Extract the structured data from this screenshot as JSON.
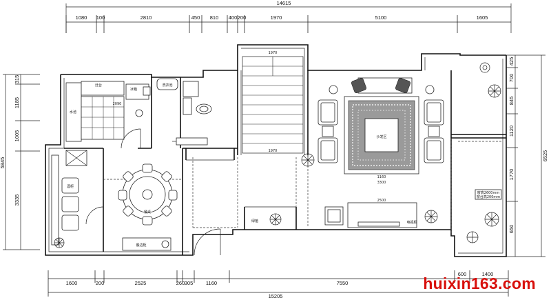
{
  "overall_top": "14615",
  "overall_bottom": "15205",
  "overall_left": "5845",
  "overall_right": "6525",
  "top_dims": [
    "1080",
    "100",
    "2810",
    "450",
    "810",
    "400",
    "200",
    "1970",
    "5100",
    "1605"
  ],
  "bottom_dims": [
    "1600",
    "200",
    "2525",
    "260",
    "305",
    "1160",
    "7550",
    "600",
    "1400"
  ],
  "left_dims": [
    "315",
    "1185",
    "1005",
    "3335"
  ],
  "right_dims": [
    "425",
    "700",
    "845",
    "1120",
    "1770",
    "650"
  ],
  "room_labels": {
    "washbasin": "洗衣池",
    "sink": "水池",
    "stove": "灶台",
    "fridge": "冰箱",
    "dining_table": "餐桌",
    "side_cabinet": "餐边柜",
    "display_cabinet": "酒柜",
    "sofa_area": "沙发区",
    "tv_cabinet": "电视柜",
    "plants": "绿植",
    "stair_top": "1970",
    "stair_bottom": "1970",
    "window_note_1": "窗高2600mm",
    "window_note_2": "窗台高200mm",
    "kitchen_dim": "2090",
    "rug_dim": "3300",
    "sofa_dim": "1160",
    "tv_dim": "2500"
  },
  "watermark": "huixin163.com"
}
